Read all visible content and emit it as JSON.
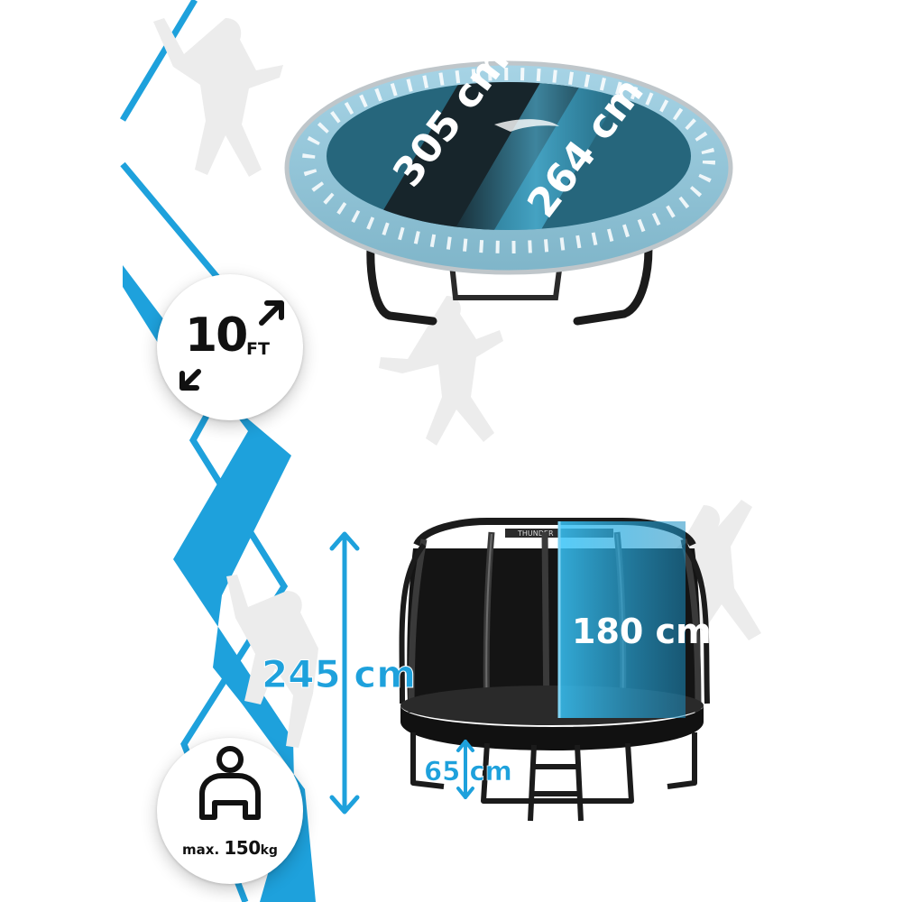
{
  "colors": {
    "accent": "#1ea1dc",
    "accent_light": "#7fd3f3",
    "frame_dark": "#1b1b1b",
    "silhouette": "#ececec"
  },
  "size_badge": {
    "value": "10",
    "unit": "FT"
  },
  "weight_badge": {
    "prefix": "max.",
    "value": "150",
    "unit": "kg"
  },
  "top_view": {
    "outer_diameter": "305 cm",
    "jump_mat_diameter": "264 cm",
    "logo_text": "THUNDER"
  },
  "side_view": {
    "total_height": "245 cm",
    "net_height": "180 cm",
    "frame_height": "65 cm"
  }
}
